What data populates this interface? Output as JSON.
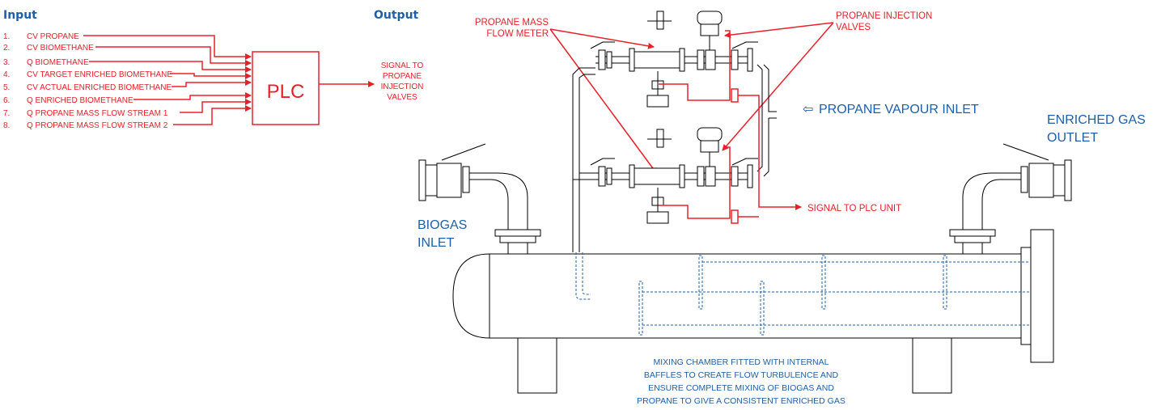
{
  "headers": {
    "input": "Input",
    "output": "Output"
  },
  "inputs": [
    {
      "num": "1.",
      "label": "CV PROPANE"
    },
    {
      "num": "2.",
      "label": "CV BIOMETHANE"
    },
    {
      "num": "3.",
      "label": "Q BIOMETHANE"
    },
    {
      "num": "4.",
      "label": "CV TARGET ENRICHED BIOMETHANE"
    },
    {
      "num": "5.",
      "label": "CV ACTUAL ENRICHED BIOMETHANE"
    },
    {
      "num": "6.",
      "label": "Q ENRICHED BIOMETHANE"
    },
    {
      "num": "7.",
      "label": "Q PROPANE MASS FLOW STREAM 1"
    },
    {
      "num": "8.",
      "label": "Q PROPANE MASS FLOW STREAM 2"
    }
  ],
  "plc": {
    "label": "PLC"
  },
  "signal_out": [
    "SIGNAL TO",
    "PROPANE",
    "INJECTION",
    "VALVES"
  ],
  "callouts": {
    "mass_flow_meter": [
      "PROPANE MASS",
      "FLOW METER"
    ],
    "injection_valves": [
      "PROPANE INJECTION",
      "VALVES"
    ],
    "signal_plc": "SIGNAL TO PLC UNIT",
    "propane_inlet": "PROPANE VAPOUR INLET",
    "propane_inlet_arrow": "⇦",
    "biogas_inlet": [
      "BIOGAS",
      "INLET"
    ],
    "enriched_outlet": [
      "ENRICHED GAS",
      "OUTLET"
    ],
    "mixing_note": [
      "MIXING CHAMBER FITTED WITH INTERNAL",
      "BAFFLES TO CREATE FLOW TURBULENCE AND",
      "ENSURE COMPLETE MIXING OF BIOGAS AND",
      "PROPANE TO GIVE A CONSISTENT ENRICHED GAS"
    ]
  },
  "colors": {
    "accent_red": "#e8202a",
    "accent_blue": "#1f5fa8",
    "line": "#000000"
  }
}
